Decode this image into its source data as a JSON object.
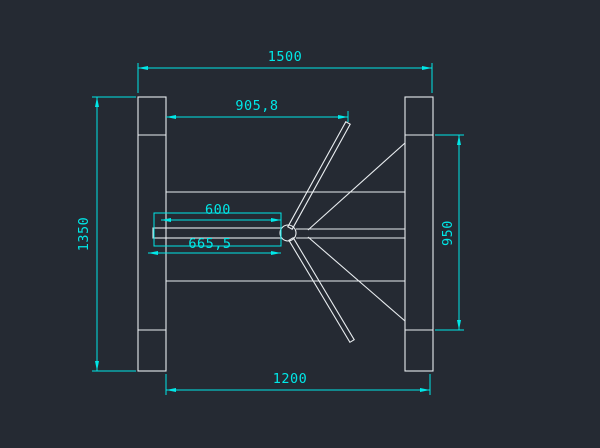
{
  "window": {
    "background": "#252a33"
  },
  "colors": {
    "geometry": "#e9edf0",
    "dimension": "#00e7e7"
  },
  "drawing": {
    "type": "cad-2d-elevation",
    "subject": "tripod-turnstile",
    "dimensions": {
      "overall_width": "1500",
      "arm_reach": "905,8",
      "overall_height": "1350",
      "arm_length_inner": "600",
      "arm_length_outer": "665,5",
      "cabinet_height": "950",
      "inner_width": "1200"
    }
  }
}
